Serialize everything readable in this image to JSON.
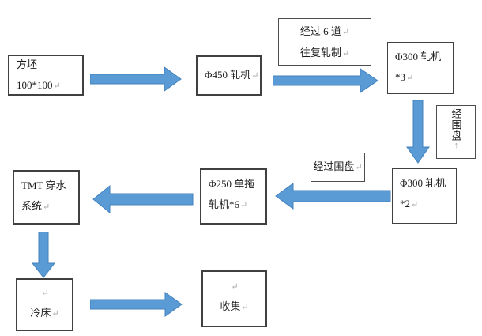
{
  "title": "steel-rolling-process-flowchart",
  "colors": {
    "arrow_fill": "#5b9bd5",
    "arrow_border": "#4382bc",
    "box_border": "#404040",
    "return_mark": "#a8a8a8",
    "text": "#1b1b1b"
  },
  "marks": {
    "return": "↵",
    "vertical_return": "↑"
  },
  "boxes": {
    "billet": {
      "text": "方坯 100*100"
    },
    "mill450": {
      "text": "Φ450 轧机"
    },
    "passes_note": {
      "line1": "经过 6 道",
      "line2": "往复轧制"
    },
    "mill300x3": {
      "line1": "Φ300 轧机",
      "line2": "*3"
    },
    "coil_note_vertical": {
      "text": "经围盘"
    },
    "mill300x2": {
      "line1": "Φ300 轧机",
      "line2": "*2"
    },
    "coil_note": {
      "text": "经过围盘"
    },
    "mill250": {
      "line1": "Φ250 单拖",
      "line2": "轧机*6"
    },
    "tmt": {
      "line1": "TMT 穿水",
      "line2": "系统"
    },
    "cooling_bed": {
      "text": "冷床"
    },
    "collection": {
      "text": "收集"
    }
  }
}
